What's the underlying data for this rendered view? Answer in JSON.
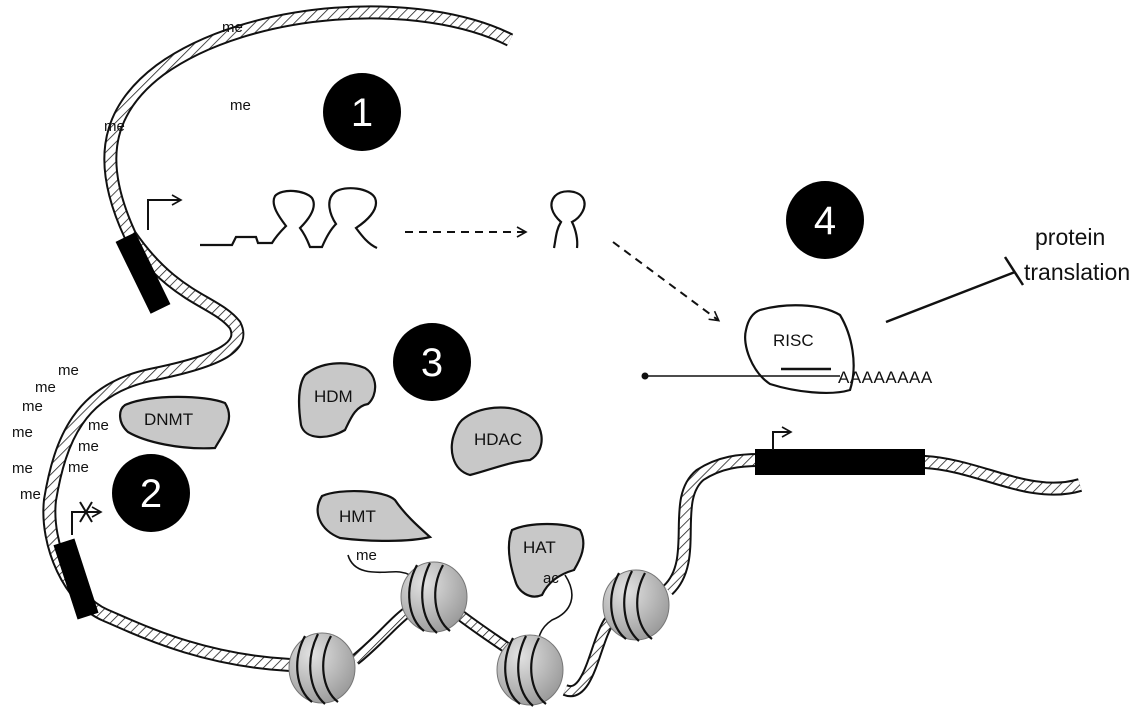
{
  "step_numbers": [
    "1",
    "2",
    "3",
    "4"
  ],
  "methyl_mark": "me",
  "acetyl_mark": "ac",
  "enzymes": {
    "dnmt": "DNMT",
    "hdm": "HDM",
    "hdac": "HDAC",
    "hmt": "HMT",
    "hat": "HAT"
  },
  "risc": "RISC",
  "poly_a_tail": "AAAAAAAA",
  "outcome": {
    "line1": "protein",
    "line2": "translation"
  },
  "colors": {
    "number_circle": "#000000",
    "enzyme_fill": "#c8c8c8",
    "nucleosome_fill": "#b4b4b4"
  }
}
